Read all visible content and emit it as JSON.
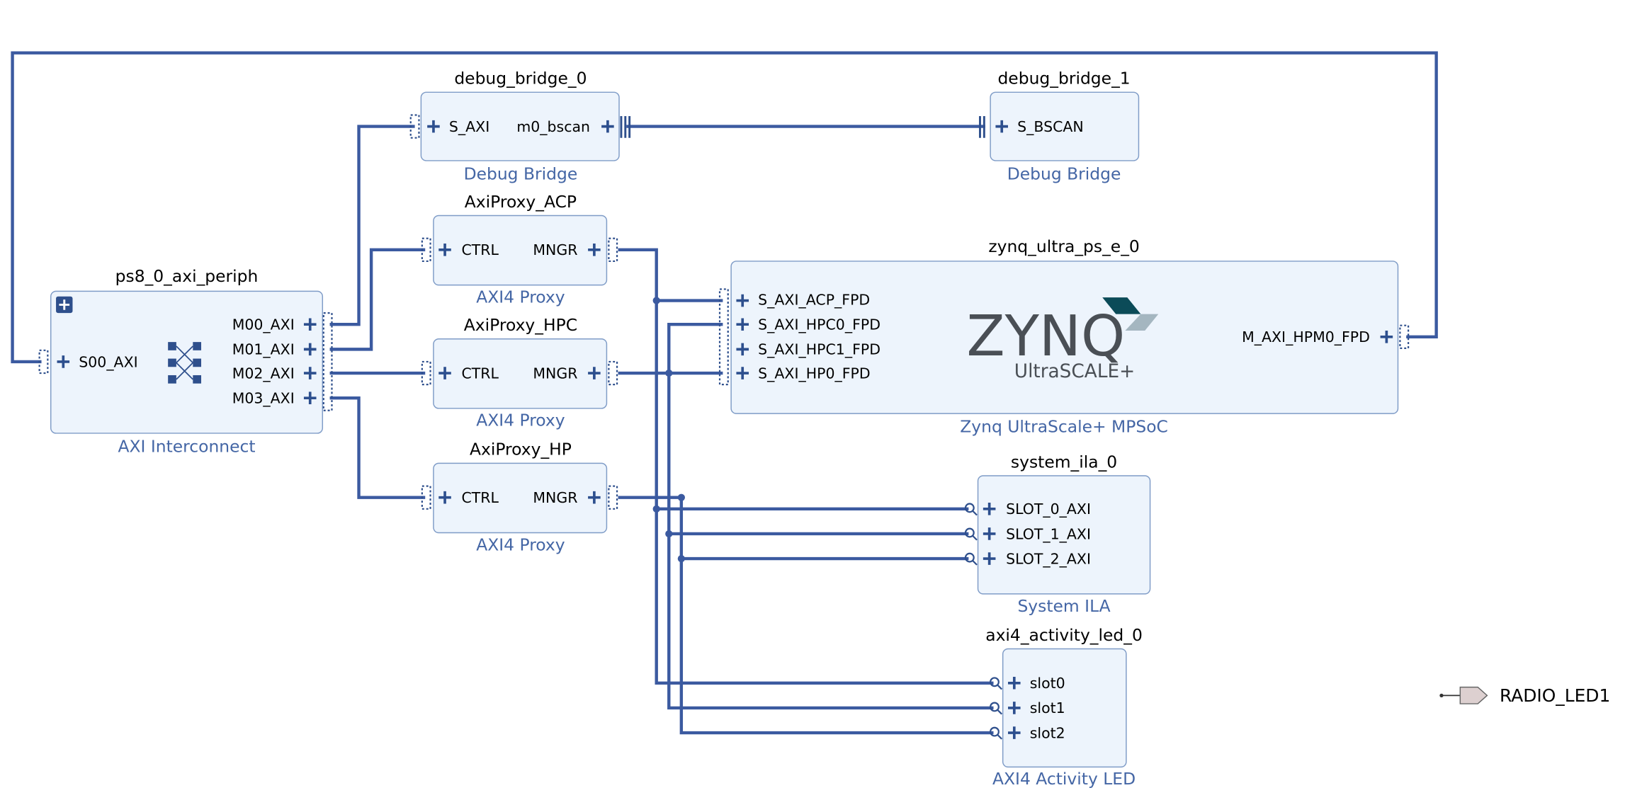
{
  "blocks": {
    "ps8": {
      "instance": "ps8_0_axi_periph",
      "type": "AXI Interconnect",
      "ports_in": [
        "S00_AXI"
      ],
      "ports_out": [
        "M00_AXI",
        "M01_AXI",
        "M02_AXI",
        "M03_AXI"
      ]
    },
    "dbg0": {
      "instance": "debug_bridge_0",
      "type": "Debug Bridge",
      "port_in": "S_AXI",
      "port_out": "m0_bscan"
    },
    "dbg1": {
      "instance": "debug_bridge_1",
      "type": "Debug Bridge",
      "port_in": "S_BSCAN"
    },
    "acp": {
      "instance": "AxiProxy_ACP",
      "type": "AXI4 Proxy",
      "port_in": "CTRL",
      "port_out": "MNGR"
    },
    "hpc": {
      "instance": "AxiProxy_HPC",
      "type": "AXI4 Proxy",
      "port_in": "CTRL",
      "port_out": "MNGR"
    },
    "hp": {
      "instance": "AxiProxy_HP",
      "type": "AXI4 Proxy",
      "port_in": "CTRL",
      "port_out": "MNGR"
    },
    "zynq": {
      "instance": "zynq_ultra_ps_e_0",
      "type": "Zynq UltraScale+ MPSoC",
      "ports_in": [
        "S_AXI_ACP_FPD",
        "S_AXI_HPC0_FPD",
        "S_AXI_HPC1_FPD",
        "S_AXI_HP0_FPD"
      ],
      "port_out": "M_AXI_HPM0_FPD",
      "logo_main": "ZYNQ",
      "logo_sub": "UltraSCALE+"
    },
    "ila": {
      "instance": "system_ila_0",
      "type": "System ILA",
      "ports_in": [
        "SLOT_0_AXI",
        "SLOT_1_AXI",
        "SLOT_2_AXI"
      ]
    },
    "led": {
      "instance": "axi4_activity_led_0",
      "type": "AXI4 Activity LED",
      "ports_in": [
        "slot0",
        "slot1",
        "slot2"
      ]
    }
  },
  "external_port": {
    "name": "RADIO_LED1"
  },
  "colors": {
    "net": "#3b5aa0",
    "block_fill": "#edf4fc",
    "block_border": "#7f9cc7",
    "type_label": "#4466a5"
  }
}
